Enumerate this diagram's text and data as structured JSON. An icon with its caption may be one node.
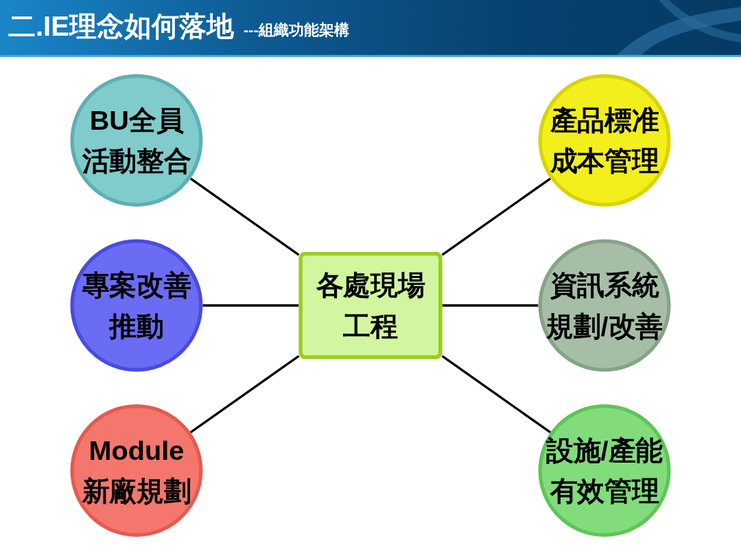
{
  "diagram": {
    "title": "二.IE理念如何落地",
    "nodes": [
      {
        "text": [
          "BU全員活動整合"
        ]
      },
      {
        "text": [
          "產品標准成本管理"
        ]
      },
      {
        "text": [
          "專案改善推動"
        ]
      },
      {
        "text": [
          "各處現場工程"
        ]
      },
      {
        "text": [
          "資訊系統規劃/改善"
        ]
      },
      {
        "text": [
          "Module新廠規劃"
        ]
      },
      {
        "text": [
          "設施/產能有效管理"
        ]
      }
    ],
    "edges": [
      {
        "from": 0,
        "to": 3,
        "arrow": "none"
      },
      {
        "from": 3,
        "to": 1,
        "arrow": "none"
      },
      {
        "from": 2,
        "to": 3,
        "arrow": "none"
      },
      {
        "from": 3,
        "to": 4,
        "arrow": "none"
      },
      {
        "from": 5,
        "to": 3,
        "arrow": "none"
      },
      {
        "from": 3,
        "to": 6,
        "arrow": "none"
      }
    ],
    "labels": [
      "---組織功能架構"
    ]
  }
}
